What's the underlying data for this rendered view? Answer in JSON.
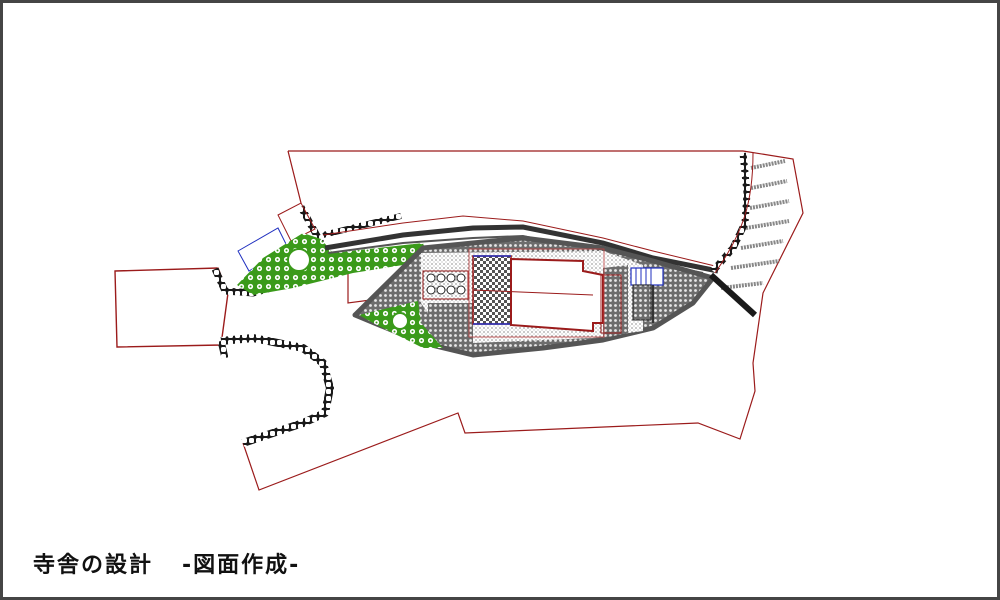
{
  "caption": {
    "title": "寺舎の設計",
    "subtitle": "-図面作成-"
  },
  "drawing": {
    "type": "site-plan",
    "colors": {
      "boundary": "#9b1b1b",
      "stone_wall": "#2a2a2a",
      "planting": "#3a9a1a",
      "paving": "#8a8a8a",
      "road": "#5a5a5a",
      "stairs": "#1f2fbf",
      "frame": "#454545"
    }
  }
}
